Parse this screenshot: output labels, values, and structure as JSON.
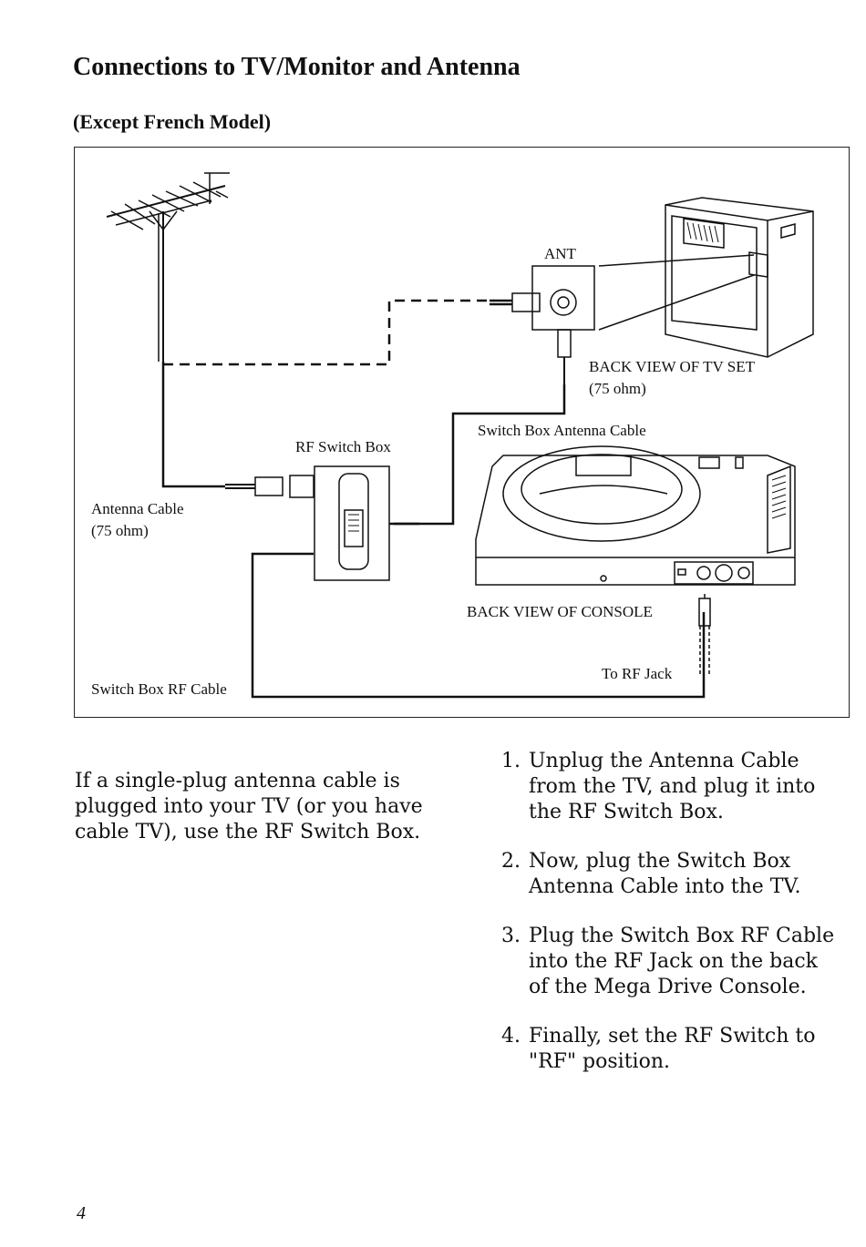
{
  "title": "Connections to TV/Monitor and Antenna",
  "subtitle": "(Except French Model)",
  "diagram": {
    "ant_label": "ANT",
    "back_view_tv_line1": "BACK VIEW OF TV SET",
    "back_view_tv_line2": "(75 ohm)",
    "switch_box_antenna_cable": "Switch Box Antenna Cable",
    "rf_switch_box": "RF Switch Box",
    "antenna_cable_line1": "Antenna Cable",
    "antenna_cable_line2": "(75 ohm)",
    "back_view_console": "BACK VIEW OF CONSOLE",
    "to_rf_jack": "To RF Jack",
    "switch_box_rf_cable": "Switch Box RF Cable"
  },
  "intro": "If a single-plug antenna cable is plugged into your TV (or you have cable TV), use the RF Switch Box.",
  "steps": [
    {
      "num": "1.",
      "text": "Unplug the Antenna Cable from the TV, and plug it into the RF Switch Box."
    },
    {
      "num": "2.",
      "text": "Now, plug the Switch Box Antenna Cable into the TV."
    },
    {
      "num": "3.",
      "text": "Plug the Switch Box RF Cable into the RF Jack on the back of the Mega Drive Console."
    },
    {
      "num": "4.",
      "text": "Finally, set the RF Switch to \"RF\" position."
    }
  ],
  "page_number": "4"
}
